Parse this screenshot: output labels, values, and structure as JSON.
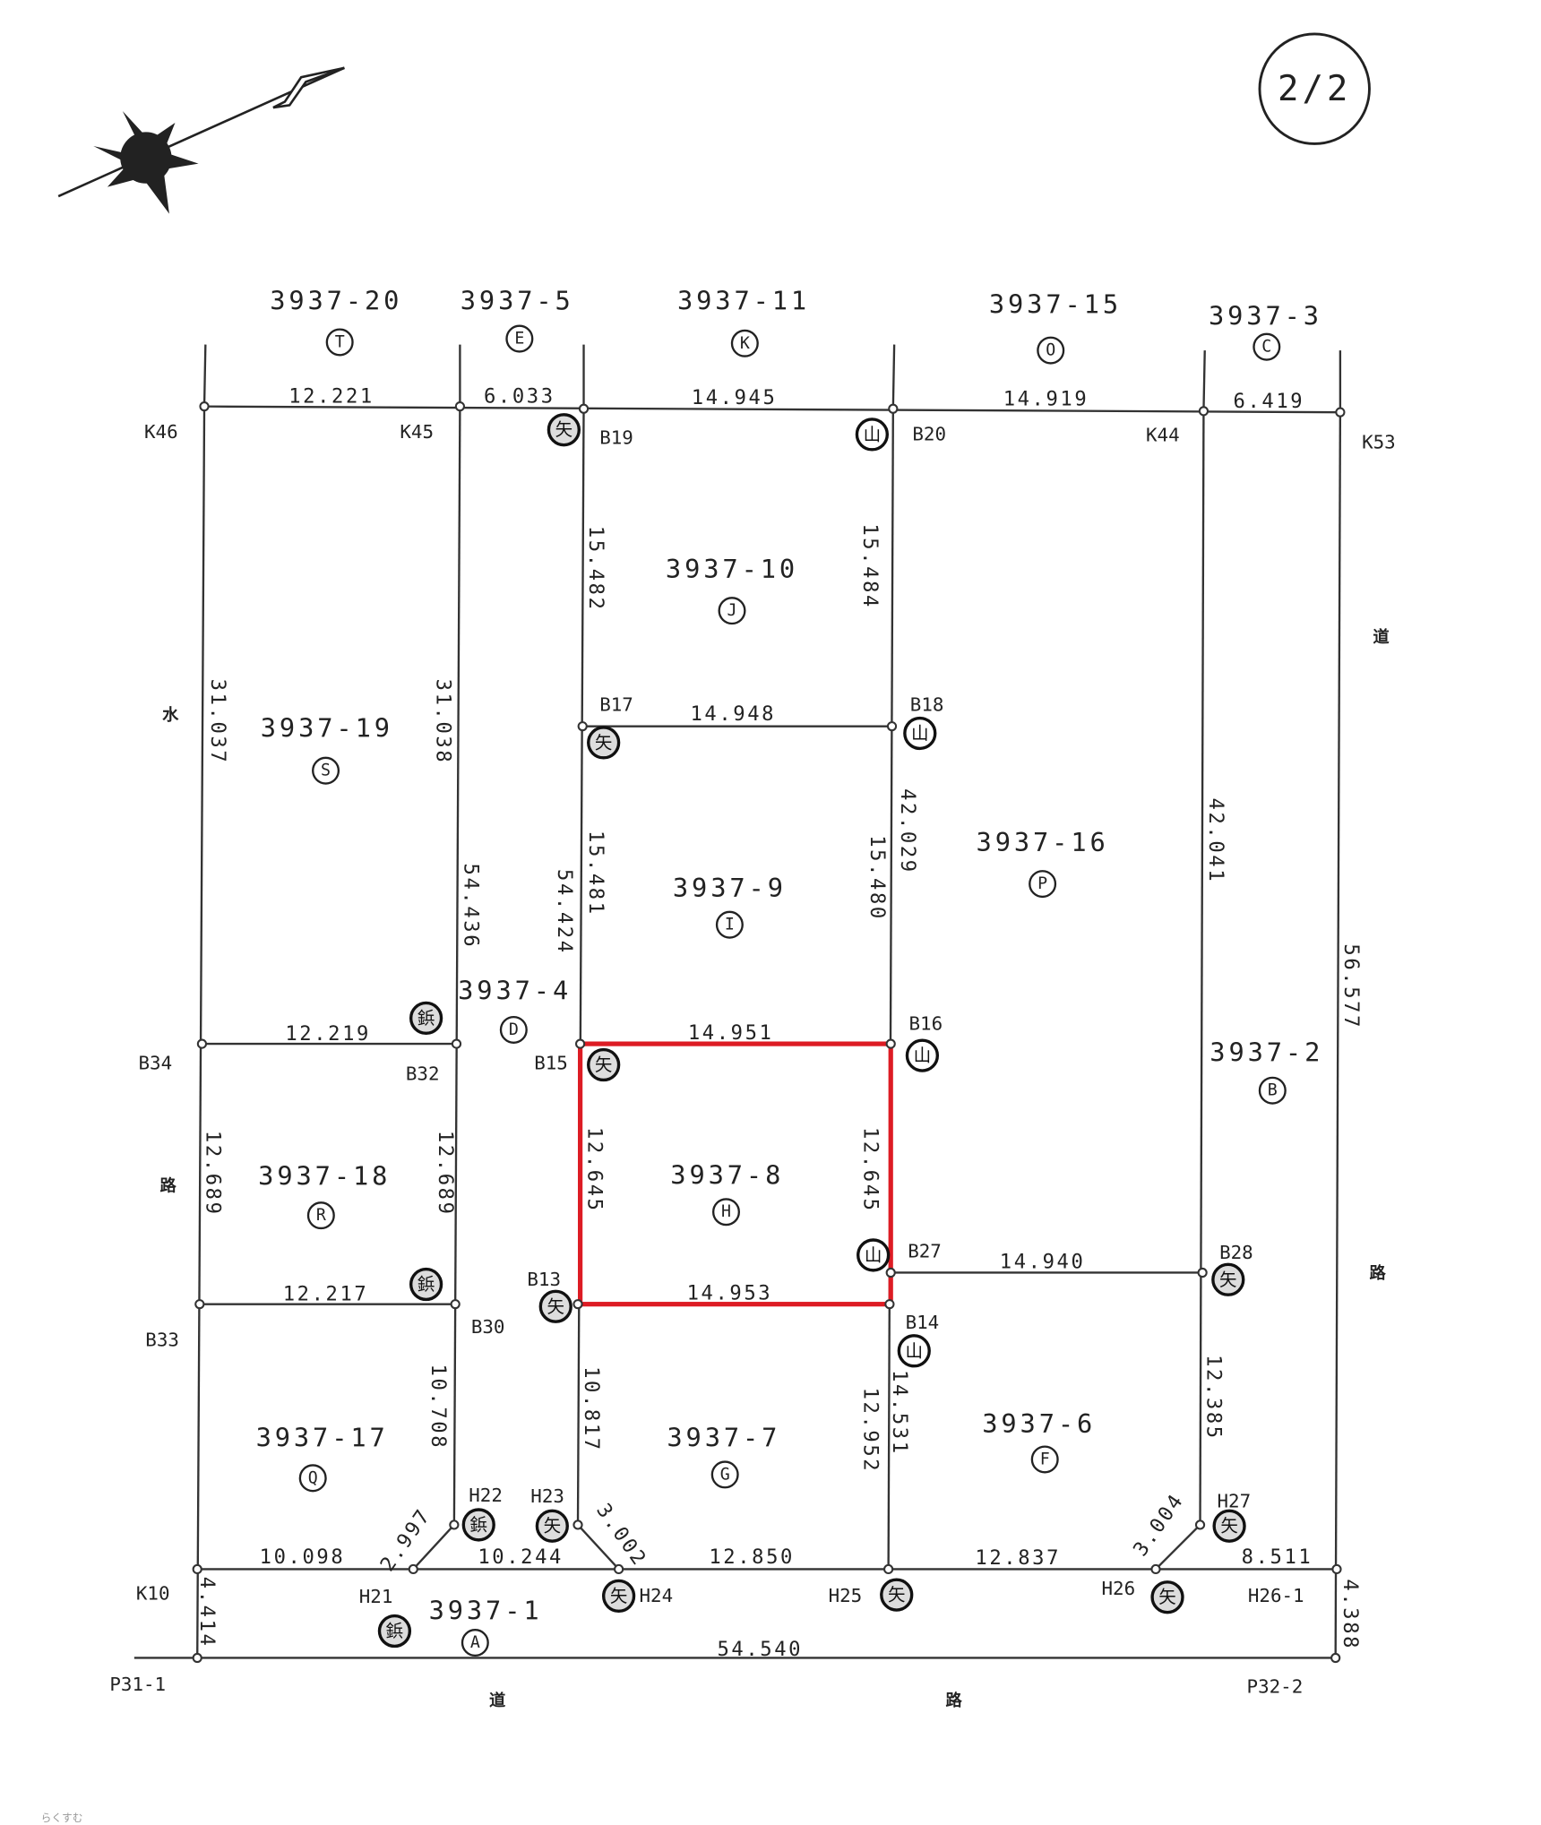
{
  "sheet": "2/2",
  "watermark": "らくすむ",
  "highlight_color": "#dd1c24",
  "parcels": [
    {
      "no": "3937-20",
      "letter": "T"
    },
    {
      "no": "3937-5",
      "letter": "E"
    },
    {
      "no": "3937-11",
      "letter": "K"
    },
    {
      "no": "3937-15",
      "letter": "O"
    },
    {
      "no": "3937-3",
      "letter": "C"
    },
    {
      "no": "3937-10",
      "letter": "J"
    },
    {
      "no": "3937-19",
      "letter": "S"
    },
    {
      "no": "3937-9",
      "letter": "I"
    },
    {
      "no": "3937-16",
      "letter": "P"
    },
    {
      "no": "3937-4",
      "letter": "D"
    },
    {
      "no": "3937-2",
      "letter": "B"
    },
    {
      "no": "3937-18",
      "letter": "R"
    },
    {
      "no": "3937-8",
      "letter": "H"
    },
    {
      "no": "3937-17",
      "letter": "Q"
    },
    {
      "no": "3937-7",
      "letter": "G"
    },
    {
      "no": "3937-6",
      "letter": "F"
    },
    {
      "no": "3937-1",
      "letter": "A"
    }
  ],
  "points": [
    "K46",
    "K45",
    "B19",
    "B20",
    "K44",
    "K53",
    "B17",
    "B18",
    "B34",
    "B32",
    "B15",
    "B16",
    "B27",
    "B28",
    "B13",
    "B30",
    "B14",
    "B33",
    "H22",
    "H23",
    "H27",
    "K10",
    "H21",
    "H24",
    "H25",
    "H26",
    "H26-1",
    "P31-1",
    "P32-2"
  ],
  "distances_h": [
    "12.221",
    "6.033",
    "14.945",
    "14.919",
    "6.419",
    "14.948",
    "12.219",
    "14.951",
    "12.217",
    "14.953",
    "14.940",
    "10.098",
    "10.244",
    "12.850",
    "12.837",
    "8.511",
    "54.540"
  ],
  "distances_v": [
    "15.482",
    "15.484",
    "31.037",
    "31.038",
    "15.481",
    "54.424",
    "54.436",
    "15.480",
    "42.029",
    "42.041",
    "56.577",
    "12.689",
    "12.689",
    "12.645",
    "12.645",
    "10.708",
    "10.817",
    "12.952",
    "14.531",
    "12.385",
    "4.414",
    "4.388"
  ],
  "distances_d": [
    "2.997",
    "3.002",
    "3.004"
  ],
  "markers": {
    "rivet": "鋲",
    "mountain": "山",
    "arrow": "矢"
  },
  "side_labels": [
    "水",
    "路",
    "道",
    "路",
    "道",
    "路"
  ]
}
